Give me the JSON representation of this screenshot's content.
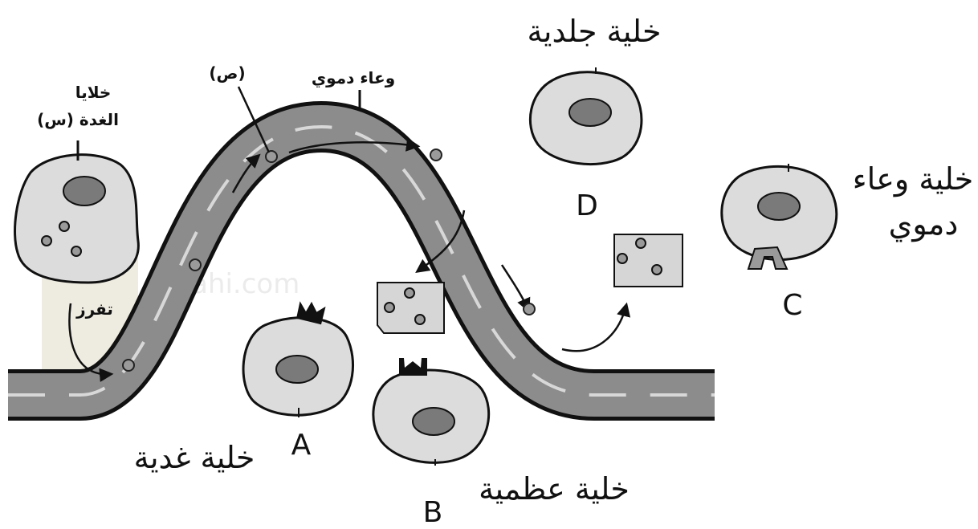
{
  "labels": {
    "gland_cells": [
      "خلايا",
      "الغدة (س)"
    ],
    "secretes": "تفرز",
    "hormone": "(ص)",
    "blood_vessel": "وعاء دموي",
    "skin_cell": "خلية جلدية",
    "vessel_cell": [
      "خلية وعاء",
      "دموي"
    ],
    "gland_cell": "خلية غدية",
    "bone_cell": "خلية عظمية"
  },
  "cell_letters": {
    "a": "A",
    "b": "B",
    "c": "C",
    "d": "D"
  },
  "watermark": "alwahi.com",
  "colors": {
    "vessel_outline": "#111111",
    "vessel_fill": "#8c8c8c",
    "cell_fill": "#dcdcdc",
    "nucleus_fill": "#7a7a7a",
    "watermark_box": "#d9d4bc"
  }
}
